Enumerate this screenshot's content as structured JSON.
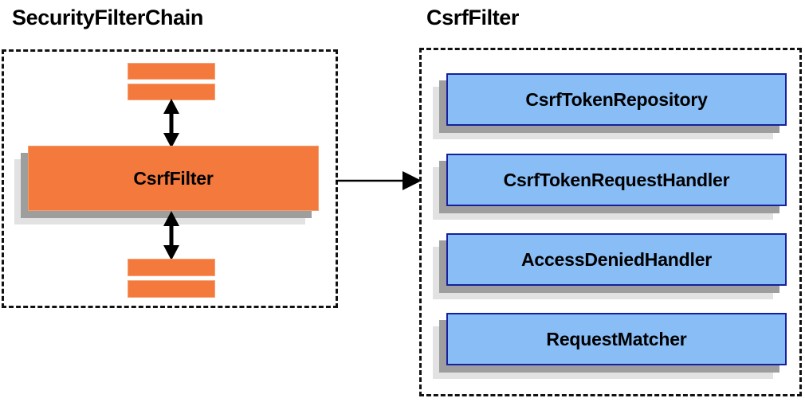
{
  "diagram": {
    "background": "#ffffff",
    "colors": {
      "orange_fill": "#F4793C",
      "orange_border": "#F0A06E",
      "blue_fill": "#88BDF6",
      "blue_border": "#17209E",
      "shadow_dark": "#9E9E9E",
      "shadow_light": "#E2E2E2",
      "stroke": "#000000"
    }
  },
  "left_panel": {
    "title": "SecurityFilterChain",
    "main_node": {
      "label": "CsrfFilter"
    },
    "stub_bars": [
      {
        "name": "filter-stub-top-1"
      },
      {
        "name": "filter-stub-top-2"
      },
      {
        "name": "filter-stub-bottom-1"
      },
      {
        "name": "filter-stub-bottom-2"
      }
    ],
    "connectors": [
      {
        "name": "double-arrow-upper",
        "kind": "double-headed-vertical"
      },
      {
        "name": "double-arrow-lower",
        "kind": "double-headed-vertical"
      }
    ]
  },
  "right_panel": {
    "title": "CsrfFilter",
    "nodes": [
      {
        "label": "CsrfTokenRepository"
      },
      {
        "label": "CsrfTokenRequestHandler"
      },
      {
        "label": "AccessDeniedHandler"
      },
      {
        "label": "RequestMatcher"
      }
    ]
  },
  "link": {
    "name": "csrffilter-expansion-arrow",
    "kind": "single-headed-horizontal"
  }
}
